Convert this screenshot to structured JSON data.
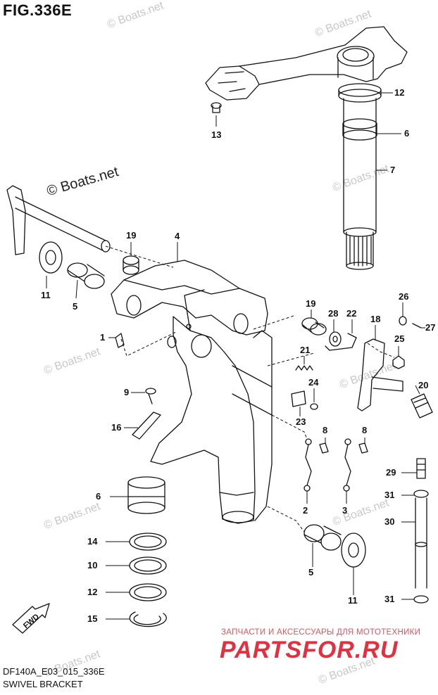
{
  "figure": {
    "title": "FIG.336E",
    "code": "DF140A_E03_015_336E",
    "name": "SWIVEL BRACKET"
  },
  "watermark": {
    "text": "© Boats.net"
  },
  "brand": {
    "tagline": "ЗАПЧАСТИ И АКСЕССУАРЫ ДЛЯ МОТОТЕХНИКИ",
    "logo": "PARTSFOR.RU",
    "color": "#e3303f"
  },
  "fwd_label": "FWD",
  "callouts": [
    {
      "id": "12",
      "label": "12"
    },
    {
      "id": "6",
      "label": "6"
    },
    {
      "id": "7",
      "label": "7"
    },
    {
      "id": "13",
      "label": "13"
    },
    {
      "id": "19",
      "label": "19"
    },
    {
      "id": "4",
      "label": "4"
    },
    {
      "id": "11",
      "label": "11"
    },
    {
      "id": "5",
      "label": "5"
    },
    {
      "id": "1",
      "label": "1"
    },
    {
      "id": "19b",
      "label": "19"
    },
    {
      "id": "28",
      "label": "28"
    },
    {
      "id": "22",
      "label": "22"
    },
    {
      "id": "18",
      "label": "18"
    },
    {
      "id": "26",
      "label": "26"
    },
    {
      "id": "27",
      "label": "27"
    },
    {
      "id": "25",
      "label": "25"
    },
    {
      "id": "21",
      "label": "21"
    },
    {
      "id": "20",
      "label": "20"
    },
    {
      "id": "9",
      "label": "9"
    },
    {
      "id": "24",
      "label": "24"
    },
    {
      "id": "23",
      "label": "23"
    },
    {
      "id": "16",
      "label": "16"
    },
    {
      "id": "8a",
      "label": "8"
    },
    {
      "id": "8b",
      "label": "8"
    },
    {
      "id": "29",
      "label": "29"
    },
    {
      "id": "6b",
      "label": "6"
    },
    {
      "id": "2",
      "label": "2"
    },
    {
      "id": "3",
      "label": "3"
    },
    {
      "id": "31a",
      "label": "31"
    },
    {
      "id": "30",
      "label": "30"
    },
    {
      "id": "14",
      "label": "14"
    },
    {
      "id": "5b",
      "label": "5"
    },
    {
      "id": "10",
      "label": "10"
    },
    {
      "id": "12b",
      "label": "12"
    },
    {
      "id": "11b",
      "label": "11"
    },
    {
      "id": "31b",
      "label": "31"
    },
    {
      "id": "15",
      "label": "15"
    }
  ]
}
